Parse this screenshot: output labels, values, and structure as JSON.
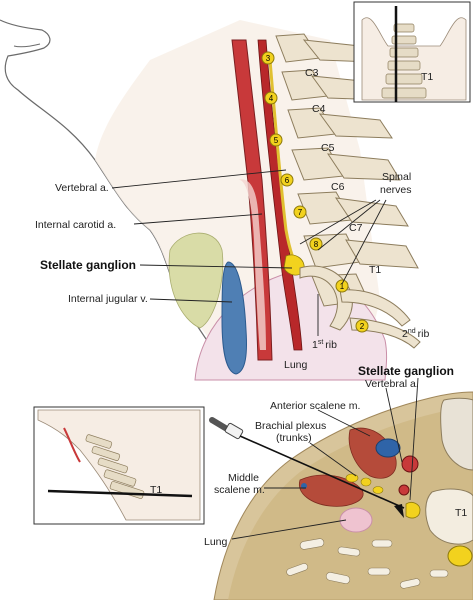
{
  "sagittal_view": {
    "vertebrae": [
      "C3",
      "C4",
      "C5",
      "C6",
      "C7",
      "T1"
    ],
    "nerve_numbers": [
      "3",
      "4",
      "5",
      "6",
      "7",
      "8",
      "1",
      "2"
    ],
    "labels": {
      "vertebral_artery": "Vertebral a.",
      "internal_carotid": "Internal carotid a.",
      "stellate_ganglion": "Stellate ganglion",
      "internal_jugular": "Internal jugular v.",
      "spinal_nerves_line1": "Spinal",
      "spinal_nerves_line2": "nerves",
      "lung": "Lung",
      "first_rib_num": "1",
      "first_rib_sup": "st",
      "first_rib_word": "rib",
      "second_rib_num": "2",
      "second_rib_sup": "nd",
      "second_rib_word": "rib"
    }
  },
  "inset_front": {
    "label": "T1"
  },
  "inset_side": {
    "label": "T1"
  },
  "cross_section": {
    "labels": {
      "stellate_ganglion": "Stellate ganglion",
      "vertebral_artery": "Vertebral a.",
      "anterior_scalene": "Anterior scalene m.",
      "brachial_line1": "Brachial plexus",
      "brachial_line2": "(trunks)",
      "middle_scalene_line1": "Middle",
      "middle_scalene_line2": "scalene m.",
      "lung": "Lung",
      "t1": "T1"
    }
  }
}
